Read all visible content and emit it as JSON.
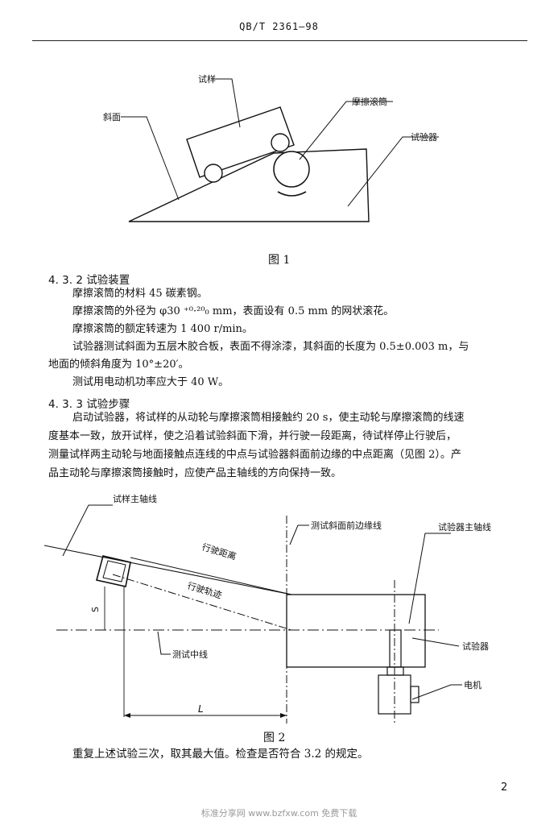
{
  "header": {
    "standard_no": "QB/T 2361—98"
  },
  "figure1": {
    "caption": "图 1",
    "label_sample": "试样",
    "label_slope": "斜面",
    "label_drum": "摩擦滚筒",
    "label_tester": "试验器"
  },
  "section_432": {
    "heading": "4. 3. 2  试验装置",
    "lines": [
      "摩擦滚筒的材料 45 碳素钢。",
      "摩擦滚筒的外径为 φ30 ⁺⁰·²⁰₀ mm，表面设有 0.5 mm 的网状滚花。",
      "摩擦滚筒的额定转速为 1 400 r/min。",
      "试验器测试斜面为五层木胶合板，表面不得涂漆，其斜面的长度为 0.5±0.003 m，与",
      "地面的倾斜角度为 10°±20′。",
      "测试用电动机功率应大于 40 W。"
    ]
  },
  "section_433": {
    "heading": "4. 3. 3    试验步骤",
    "lines": [
      "启动试验器，将试样的从动轮与摩擦滚筒相接触约 20 s，使主动轮与摩擦滚筒的线速",
      "度基本一致，放开试样，使之沿着试验斜面下滑，并行驶一段距离，待试样停止行驶后，",
      "测量试样两主动轮与地面接触点连线的中点与试验器斜面前边缘的中点距离（见图 2）。产",
      "品主动轮与摩擦滚筒接触时，应使产品主轴线的方向保持一致。"
    ]
  },
  "figure2": {
    "caption": "图 2",
    "label_sample_axis": "试样主轴线",
    "label_front_edge": "测试斜面前边缘线",
    "label_tester_axis": "试验器主轴线",
    "label_distance": "行驶距离",
    "label_track": "行驶轨迹",
    "label_centerline": "测试中线",
    "label_tester": "试验器",
    "label_motor": "电机",
    "label_s": "S",
    "label_l": "L"
  },
  "closing_line": "重复上述试验三次，取其最大值。检查是否符合 3.2 的规定。",
  "page_number": "2",
  "footer": "标准分享网 www.bzfxw.com 免费下载"
}
